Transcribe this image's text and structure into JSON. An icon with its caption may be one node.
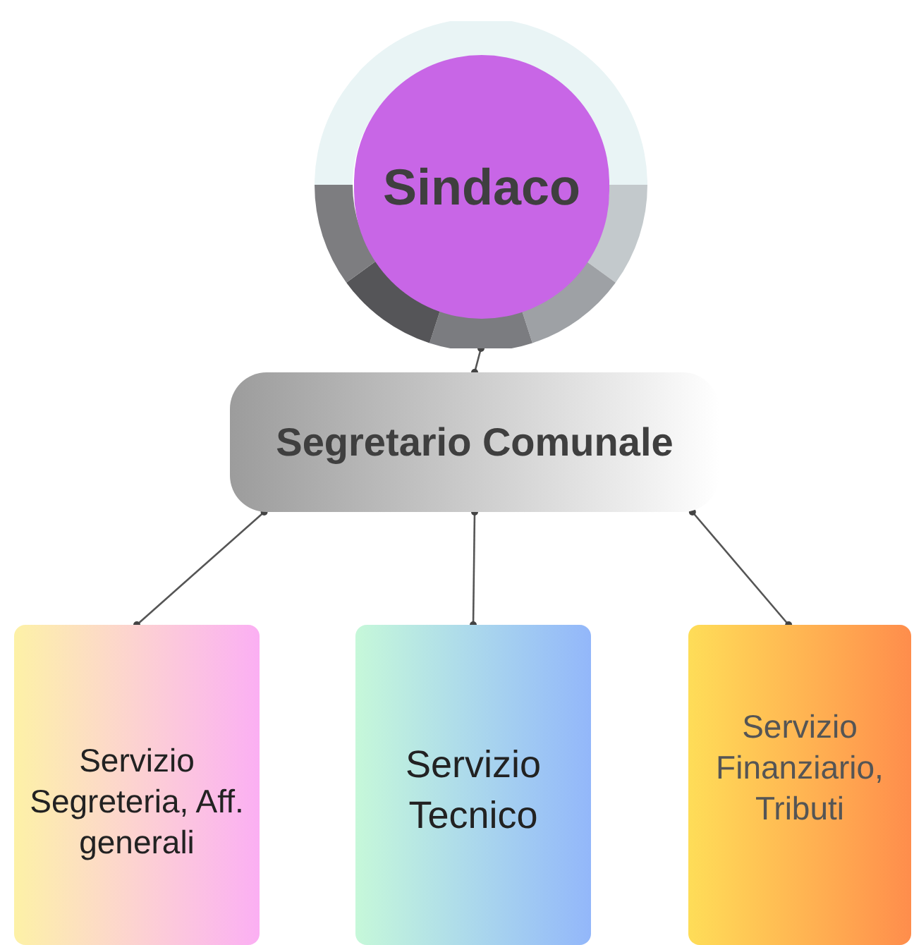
{
  "diagram": {
    "nodes": [
      {
        "text": [
          "Sindaco"
        ]
      },
      {
        "text": [
          "Segretario Comunale"
        ]
      },
      {
        "text": [
          "Servizio Segreteria, Aff. generali"
        ]
      },
      {
        "text": [
          "Servizio Tecnico"
        ]
      },
      {
        "text": [
          "Servizio Finanziario, Tributi"
        ]
      }
    ],
    "edges": [
      {
        "from": 0,
        "to": 1,
        "arrow": "other"
      },
      {
        "from": 1,
        "to": 2,
        "arrow": "other"
      },
      {
        "from": 1,
        "to": 3,
        "arrow": "other"
      },
      {
        "from": 1,
        "to": 4,
        "arrow": "other"
      }
    ]
  }
}
